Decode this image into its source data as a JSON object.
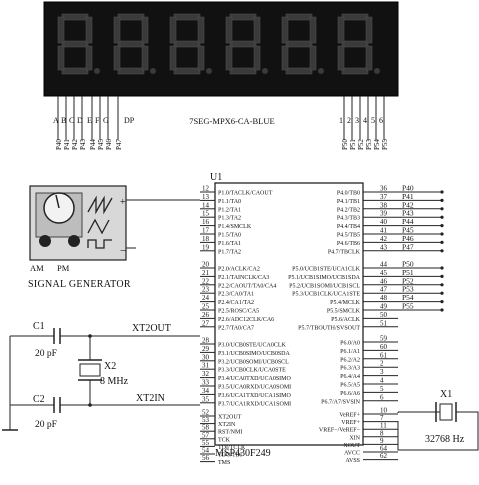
{
  "display": {
    "part_name": "7SEG-MPX6-CA-BLUE",
    "segment_pins": [
      "A",
      "B",
      "C",
      "D",
      "E",
      "F",
      "G",
      "DP"
    ],
    "digit_pins": [
      "1",
      "2",
      "3",
      "4",
      "5",
      "6"
    ],
    "segment_nets": [
      "P40",
      "P41",
      "P42",
      "P43",
      "P44",
      "P45",
      "P46",
      "P47"
    ],
    "digit_nets": [
      "P50",
      "P51",
      "P52",
      "P53",
      "P54",
      "P55"
    ]
  },
  "generator": {
    "label": "SIGNAL GENERATOR",
    "am_label": "AM",
    "pm_label": "PM",
    "plus": "+",
    "minus": "−"
  },
  "mcu": {
    "ref": "U1",
    "part": "MSP430F249",
    "left_pins": [
      {
        "num": "12",
        "name": "P1.0/TACLK/CAOUT"
      },
      {
        "num": "13",
        "name": "P1.1/TA0"
      },
      {
        "num": "14",
        "name": "P1.2/TA1"
      },
      {
        "num": "15",
        "name": "P1.3/TA2"
      },
      {
        "num": "16",
        "name": "P1.4/SMCLK"
      },
      {
        "num": "17",
        "name": "P1.5/TA0"
      },
      {
        "num": "18",
        "name": "P1.6/TA1"
      },
      {
        "num": "19",
        "name": "P1.7/TA2"
      },
      {
        "num": "20",
        "name": "P2.0/ACLK/CA2"
      },
      {
        "num": "21",
        "name": "P2.1/TAINCLK/CA3"
      },
      {
        "num": "22",
        "name": "P2.2/CAOUT/TA0/CA4"
      },
      {
        "num": "23",
        "name": "P2.3/CA0/TA1"
      },
      {
        "num": "24",
        "name": "P2.4/CA1/TA2"
      },
      {
        "num": "25",
        "name": "P2.5/ROSC/CA5"
      },
      {
        "num": "26",
        "name": "P2.6/ADC12CLK/CA6"
      },
      {
        "num": "27",
        "name": "P2.7/TA0/CA7"
      },
      {
        "num": "28",
        "name": "P3.0/UCB0STE/UCA0CLK"
      },
      {
        "num": "29",
        "name": "P3.1/UCB0SIMO/UCB0SDA"
      },
      {
        "num": "30",
        "name": "P3.2/UCB0SOMI/UCB0SCL"
      },
      {
        "num": "31",
        "name": "P3.3/UCB0CLK/UCA0STE"
      },
      {
        "num": "32",
        "name": "P3.4/UCA0TXD/UCA0SIMO"
      },
      {
        "num": "33",
        "name": "P3.5/UCA0RXD/UCA0SOMI"
      },
      {
        "num": "34",
        "name": "P3.6/UCA1TXD/UCA1SIMO"
      },
      {
        "num": "35",
        "name": "P3.7/UCA1RXD/UCA1SOMI"
      },
      {
        "num": "52",
        "name": "XT2OUT"
      },
      {
        "num": "53",
        "name": "XT2IN"
      },
      {
        "num": "58",
        "name": "RST/NMI"
      },
      {
        "num": "57",
        "name": "TCK"
      },
      {
        "num": "55",
        "name": "TDI/TCLK"
      },
      {
        "num": "54",
        "name": "TDO/TDI"
      },
      {
        "num": "56",
        "name": "TMS"
      }
    ],
    "right_pins": [
      {
        "num": "36",
        "name": "P4.0/TB0",
        "net": "P40"
      },
      {
        "num": "37",
        "name": "P4.1/TB1",
        "net": "P41"
      },
      {
        "num": "38",
        "name": "P4.2/TB2",
        "net": "P42"
      },
      {
        "num": "39",
        "name": "P4.3/TB3",
        "net": "P43"
      },
      {
        "num": "40",
        "name": "P4.4/TB4",
        "net": "P44"
      },
      {
        "num": "41",
        "name": "P4.5/TB5",
        "net": "P45"
      },
      {
        "num": "42",
        "name": "P4.6/TB6",
        "net": "P46"
      },
      {
        "num": "43",
        "name": "P4.7/TBCLK",
        "net": "P47"
      },
      {
        "num": "44",
        "name": "P5.0/UCB1STE/UCA1CLK",
        "net": "P50"
      },
      {
        "num": "45",
        "name": "P5.1/UCB1SIMO/UCB1SDA",
        "net": "P51"
      },
      {
        "num": "46",
        "name": "P5.2/UCB1SOMI/UCB1SCL",
        "net": "P52"
      },
      {
        "num": "47",
        "name": "P5.3/UCB1CLK/UCA1STE",
        "net": "P53"
      },
      {
        "num": "48",
        "name": "P5.4/MCLK",
        "net": "P54"
      },
      {
        "num": "49",
        "name": "P5.5/SMCLK",
        "net": "P55"
      },
      {
        "num": "50",
        "name": "P5.6/ACLK",
        "net": ""
      },
      {
        "num": "51",
        "name": "P5.7/TBOUTH/SVSOUT",
        "net": ""
      },
      {
        "num": "59",
        "name": "P6.0/A0",
        "net": ""
      },
      {
        "num": "60",
        "name": "P6.1/A1",
        "net": ""
      },
      {
        "num": "61",
        "name": "P6.2/A2",
        "net": ""
      },
      {
        "num": "2",
        "name": "P6.3/A3",
        "net": ""
      },
      {
        "num": "3",
        "name": "P6.4/A4",
        "net": ""
      },
      {
        "num": "4",
        "name": "P6.5/A5",
        "net": ""
      },
      {
        "num": "5",
        "name": "P6.6/A6",
        "net": ""
      },
      {
        "num": "6",
        "name": "P6.7/A7/SVSIN",
        "net": ""
      },
      {
        "num": "10",
        "name": "VeREF+",
        "net": ""
      },
      {
        "num": "7",
        "name": "VREF+",
        "net": ""
      },
      {
        "num": "11",
        "name": "VREF−/VeREF−",
        "net": ""
      },
      {
        "num": "8",
        "name": "XIN",
        "net": ""
      },
      {
        "num": "9",
        "name": "XOUT",
        "net": ""
      },
      {
        "num": "64",
        "name": "AVCC",
        "net": ""
      },
      {
        "num": "62",
        "name": "AVSS",
        "net": ""
      }
    ]
  },
  "crystal_x2": {
    "ref": "X2",
    "value": "8 MHz",
    "net_out": "XT2OUT",
    "net_in": "XT2IN"
  },
  "cap_c1": {
    "ref": "C1",
    "value": "20 pF"
  },
  "cap_c2": {
    "ref": "C2",
    "value": "20 pF"
  },
  "crystal_x1": {
    "ref": "X1",
    "value": "32768 Hz"
  }
}
